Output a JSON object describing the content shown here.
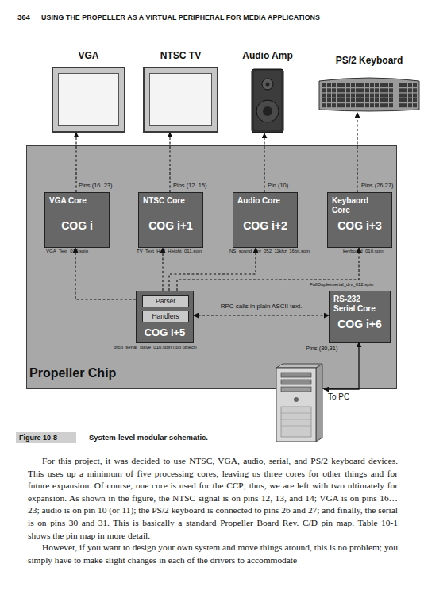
{
  "diagram": {
    "caption": "System-level modular schematic.",
    "nodes": [
      {
        "text": [
          "VGA"
        ]
      },
      {
        "text": [
          "NTSC TV"
        ]
      },
      {
        "text": [
          "Audio Amp"
        ]
      },
      {
        "text": [
          "PS/2 Keyboard"
        ]
      },
      {
        "text": [
          "Propeller Chip"
        ]
      },
      {
        "text": [
          "VGA Core",
          "COG i"
        ],
        "in": 4
      },
      {
        "text": [
          "NTSC Core",
          "COG i+1"
        ],
        "in": 4
      },
      {
        "text": [
          "Audio Core",
          "COG i+2"
        ],
        "in": 4
      },
      {
        "text": [
          "Keybaord Core",
          "COG i+3"
        ],
        "in": 4
      },
      {
        "text": [
          "COG i+5"
        ],
        "in": 4
      },
      {
        "text": [
          "Parser"
        ],
        "in": 9
      },
      {
        "text": [
          "Handlers"
        ],
        "in": 9
      },
      {
        "text": [
          "RS-232 Serial Core",
          "COG i+6"
        ],
        "in": 4
      }
    ],
    "edges": [
      {
        "from": 5,
        "to": 0,
        "arrow": "to"
      },
      {
        "from": 6,
        "to": 1,
        "arrow": "to"
      },
      {
        "from": 7,
        "to": 2,
        "arrow": "to"
      },
      {
        "from": 8,
        "to": 3,
        "arrow": "to"
      },
      {
        "from": 9,
        "to": 5,
        "arrow": "to"
      },
      {
        "from": 9,
        "to": 6,
        "arrow": "to"
      },
      {
        "from": 9,
        "to": 7,
        "arrow": "to"
      },
      {
        "from": 9,
        "to": 8,
        "arrow": "to"
      },
      {
        "from": 9,
        "to": 12,
        "label": "RPC calls in plain ASCII text.",
        "arrow": "both"
      }
    ],
    "labels": [
      "364",
      "USING THE PROPELLER AS A VIRTUAL PERIPHERAL FOR MEDIA APPLICATIONS",
      "Pins (16..23)",
      "Pins (12..15)",
      "Pin (10)",
      "Pins (26,27)",
      "VGA_Text_010.spin",
      "TV_Text_Half_Height_011.spin",
      "NS_sound_drv_052_11khz_16bit.spin",
      "keyboard_010.spin",
      "FullDuplexserial_drv_012.spin",
      "prop_serial_slave_010.spin (top object)",
      "Pins (30,31)",
      "To PC",
      "Figure 10-8",
      "For this project, it was decided to use NTSC, VGA, audio, serial, and PS/2 keyboard devices. This uses up a minimum of five processing cores, leaving us three cores for other things and for future expansion. Of course, one core is used for the CCP; thus, we are left with two ultimately for expansion. As shown in the figure, the NTSC signal is on pins 12, 13, and 14; VGA is on pins 16…23; audio is on pin 10 (or 11); the PS/2 keyboard is connected to pins 26 and 27; and finally, the serial is on pins 30 and 31. This is basically a standard Propeller Board Rev. C/D pin map. Table 10-1 shows the pin map in more detail.",
      "However, if you want to design your own system and move things around, this is no problem; you simply have to make slight changes in each of the drivers to accommodate"
    ]
  }
}
